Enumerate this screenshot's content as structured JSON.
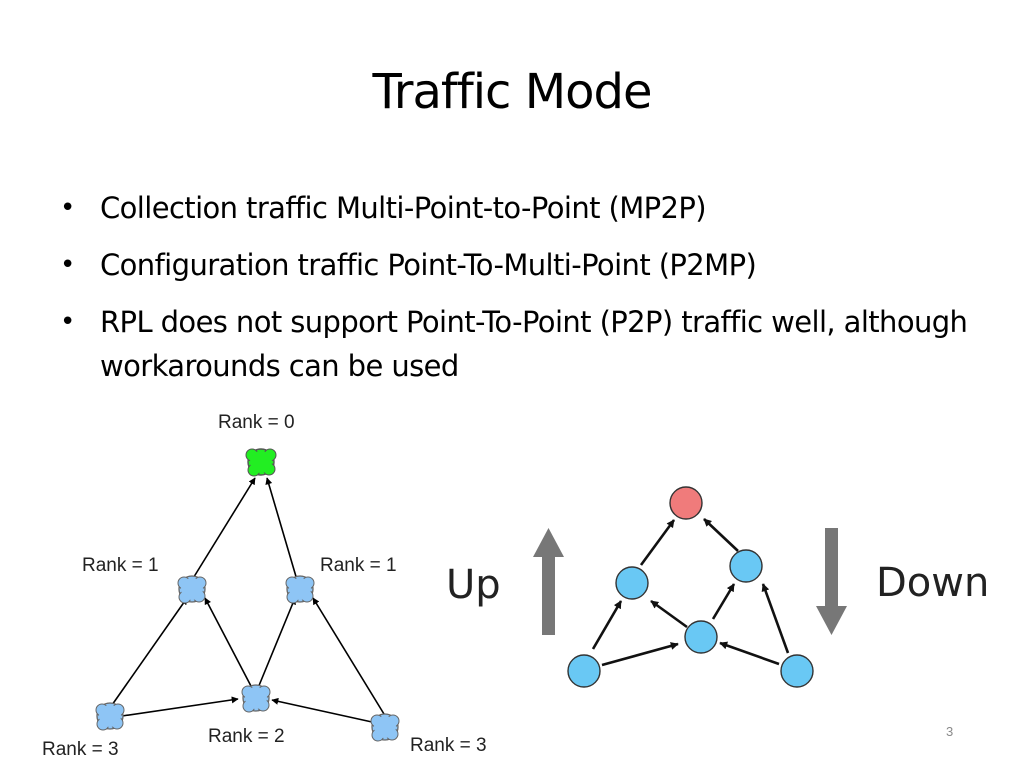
{
  "slide": {
    "title": "Traffic Mode",
    "bullets": [
      "Collection traffic Multi-Point-to-Point (MP2P)",
      "Configuration traffic Point-To-Multi-Point (P2MP)",
      "RPL does not support Point-To-Point (P2P) traffic well, although workarounds can be used"
    ],
    "bullet_symbol": "•",
    "page_number": "3"
  },
  "left_diagram": {
    "labels": {
      "root": "Rank = 0",
      "left_mid": "Rank = 1",
      "right_mid": "Rank = 1",
      "bottom_left": "Rank = 3",
      "bottom_center": "Rank = 2",
      "bottom_right": "Rank = 3"
    },
    "root_color": "#22ee22",
    "node_color": "#8ec5f5"
  },
  "right_diagram": {
    "up_label": "Up",
    "down_label": "Down",
    "root_color": "#f07b7b",
    "node_color": "#69c8f4",
    "arrow_color": "#777777"
  }
}
